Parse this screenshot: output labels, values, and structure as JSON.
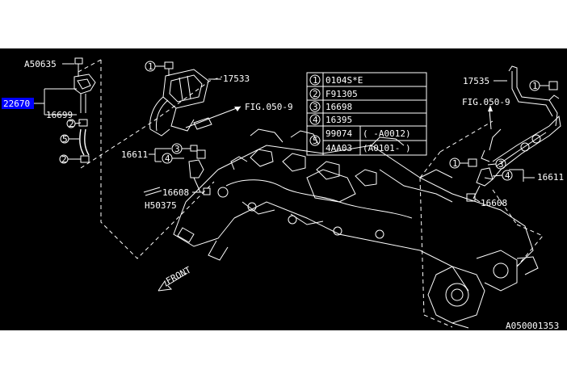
{
  "part_labels": {
    "a50635": "A50635",
    "p22670": "22670",
    "p16699": "16699",
    "p17533": "17533",
    "fig_left": "FIG.050-9",
    "p16611_left": "16611",
    "p16608_left": "16608",
    "h50375": "H50375",
    "p17535": "17535",
    "fig_right": "FIG.050-9",
    "p16611_right": "16611",
    "p16608_right": "16608",
    "front": "FRONT",
    "drawing_no": "A050001353"
  },
  "callouts": [
    "1",
    "2",
    "3",
    "4",
    "5"
  ],
  "parts_table": {
    "rows": [
      {
        "num": "1",
        "part": "0104S*E",
        "range": ""
      },
      {
        "num": "2",
        "part": "F91305",
        "range": ""
      },
      {
        "num": "3",
        "part": "16698",
        "range": ""
      },
      {
        "num": "4",
        "part": "16395",
        "range": ""
      },
      {
        "num": "5",
        "part": "99074",
        "range": "(   -A0012)"
      },
      {
        "num": "5",
        "part": "4AA03",
        "range": "(A0101-   )"
      }
    ]
  },
  "colors": {
    "background": "#000000",
    "line": "#ffffff",
    "highlight": "#0000ff"
  }
}
